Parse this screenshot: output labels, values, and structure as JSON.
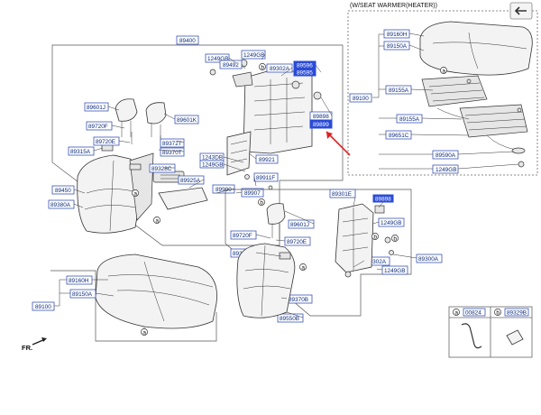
{
  "header": {
    "warmer_title": "(W/SEAT WARMER(HEATER))"
  },
  "footer": {
    "front_marker": "FR."
  },
  "legend": {
    "a_code": "00824",
    "b_code": "89329B",
    "a_letter": "a",
    "b_letter": "b"
  },
  "callouts": {
    "a1": "a",
    "a2": "a",
    "a3": "a",
    "a4": "a",
    "a5": "a",
    "b1": "b",
    "b2": "b",
    "b3": "b",
    "b4": "b"
  },
  "labels": {
    "l89400": "89400",
    "l1249GB_a": "1249GB",
    "l1249GB_b": "1249GB",
    "l89492": "89492",
    "l89302A": "89302A",
    "l89596": "89596",
    "l89595": "89595",
    "l89601J": "89601J",
    "l89601K": "89601K",
    "l89720F": "89720F",
    "l89720E": "89720E",
    "l89372T": "89372T",
    "l89370T": "89370T",
    "l89315A": "89315A",
    "l89328C": "89328C",
    "l89925A": "89925A",
    "l89450": "89450",
    "l89380A": "89380A",
    "l1243DB": "1243DB",
    "l1249GB_c": "1249GB",
    "l89921": "89921",
    "l89911F": "89911F",
    "l89907": "89907",
    "l89900": "89900",
    "l89898": "89898",
    "l89899": "89899",
    "l89160H": "89160H",
    "l89150A": "89150A",
    "l89100": "89100",
    "w89160H": "89160H",
    "w89150A": "89150A",
    "w89100": "89100",
    "w89155A": "89155A",
    "w89155A_2": "89155A",
    "w89651C": "89651C",
    "w89590A": "89590A",
    "w1249GB": "1249GB",
    "r89301E": "89301E",
    "r89898": "89898",
    "r1249GB": "1249GB",
    "r89601J": "89601J",
    "r89720F": "89720F",
    "r89720E": "89720E",
    "r89315A": "89315A",
    "r89300A": "89300A",
    "r89302A": "89302A",
    "r1249GB_b": "1249GB",
    "r89370B": "89370B",
    "r89550B": "89550B"
  },
  "colors": {
    "label_text": "#0b2a7a",
    "highlight": "#2a4bd7",
    "arrow": "#e02020"
  },
  "icons": {
    "back": "back-arrow-icon"
  }
}
